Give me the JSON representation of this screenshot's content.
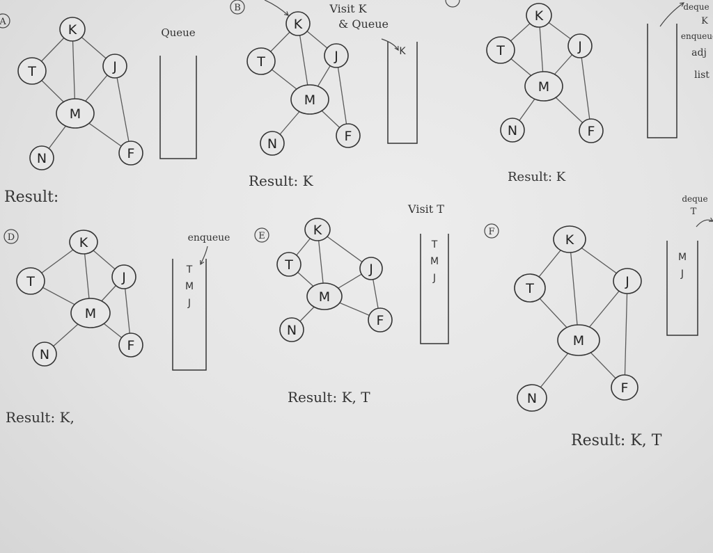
{
  "panels": [
    {
      "id": "A",
      "nodes": [
        {
          "id": "K",
          "label": "K"
        },
        {
          "id": "T",
          "label": "T"
        },
        {
          "id": "J",
          "label": "J"
        },
        {
          "id": "M",
          "label": "M"
        },
        {
          "id": "N",
          "label": "N"
        },
        {
          "id": "F",
          "label": "F"
        }
      ],
      "queue_label": "Queue",
      "queue_items": [],
      "notes": [],
      "result": "Result:"
    },
    {
      "id": "B",
      "nodes": [
        {
          "id": "K",
          "label": "K"
        },
        {
          "id": "T",
          "label": "T"
        },
        {
          "id": "J",
          "label": "J"
        },
        {
          "id": "M",
          "label": "M"
        },
        {
          "id": "N",
          "label": "N"
        },
        {
          "id": "F",
          "label": "F"
        }
      ],
      "queue_label": "",
      "queue_items": [
        "K"
      ],
      "notes": [
        "Visit K",
        "& Queue"
      ],
      "result": "Result: K"
    },
    {
      "id": "C",
      "nodes": [
        {
          "id": "K",
          "label": "K"
        },
        {
          "id": "T",
          "label": "T"
        },
        {
          "id": "J",
          "label": "J"
        },
        {
          "id": "M",
          "label": "M"
        },
        {
          "id": "N",
          "label": "N"
        },
        {
          "id": "F",
          "label": "F"
        }
      ],
      "queue_label": "",
      "queue_items": [],
      "notes": [
        "deque",
        "K",
        "enqueue",
        "adj",
        "list"
      ],
      "result": "Result: K"
    },
    {
      "id": "D",
      "nodes": [
        {
          "id": "K",
          "label": "K"
        },
        {
          "id": "T",
          "label": "T"
        },
        {
          "id": "J",
          "label": "J"
        },
        {
          "id": "M",
          "label": "M"
        },
        {
          "id": "N",
          "label": "N"
        },
        {
          "id": "F",
          "label": "F"
        }
      ],
      "queue_label": "",
      "queue_items": [
        "T",
        "M",
        "J"
      ],
      "notes": [
        "enqueue"
      ],
      "result": "Result: K,"
    },
    {
      "id": "E",
      "nodes": [
        {
          "id": "K",
          "label": "K"
        },
        {
          "id": "T",
          "label": "T"
        },
        {
          "id": "J",
          "label": "J"
        },
        {
          "id": "M",
          "label": "M"
        },
        {
          "id": "N",
          "label": "N"
        },
        {
          "id": "F",
          "label": "F"
        }
      ],
      "queue_label": "",
      "queue_items": [
        "T",
        "M",
        "J"
      ],
      "notes": [
        "Visit T"
      ],
      "result": "Result: K, T"
    },
    {
      "id": "F",
      "nodes": [
        {
          "id": "K",
          "label": "K"
        },
        {
          "id": "T",
          "label": "T"
        },
        {
          "id": "J",
          "label": "J"
        },
        {
          "id": "M",
          "label": "M"
        },
        {
          "id": "N",
          "label": "N"
        },
        {
          "id": "F",
          "label": "F"
        }
      ],
      "queue_label": "",
      "queue_items": [
        "M",
        "J"
      ],
      "notes": [
        "deque",
        "T"
      ],
      "result": "Result: K, T"
    }
  ],
  "edges": [
    [
      "K",
      "T"
    ],
    [
      "K",
      "J"
    ],
    [
      "K",
      "M"
    ],
    [
      "T",
      "M"
    ],
    [
      "J",
      "M"
    ],
    [
      "J",
      "F"
    ],
    [
      "M",
      "N"
    ],
    [
      "M",
      "F"
    ]
  ],
  "colors": {
    "ink": "#333333",
    "paper": "#e7e7e7"
  }
}
